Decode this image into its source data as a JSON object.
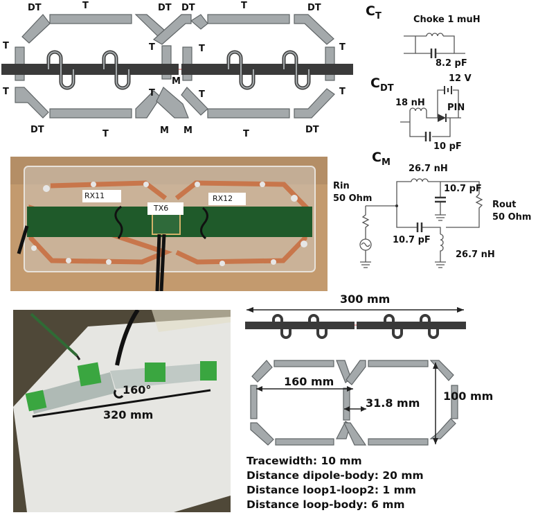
{
  "loop_labels": {
    "dt": "DT",
    "t": "T",
    "m": "M"
  },
  "photo1": {
    "rx_left": "RX11",
    "tx": "TX6",
    "rx_right": "RX12"
  },
  "circuits": {
    "ct": {
      "base": "C",
      "sub": "T",
      "choke": "Choke 1 muH",
      "cap": "8.2 pF"
    },
    "cdt": {
      "base": "C",
      "sub": "DT",
      "volt": "12 V",
      "ind": "18 nH",
      "diode": "PIN",
      "cap": "10 pF"
    },
    "cm": {
      "base": "C",
      "sub": "M",
      "ind_top": "26.7 nH",
      "rin": "Rin",
      "rin_val": "50 Ohm",
      "cap_right": "10.7 pF",
      "rout": "Rout",
      "rout_val": "50 Ohm",
      "cap_bottom": "10.7 pF",
      "ind_bottom": "26.7 nH"
    }
  },
  "photo2": {
    "angle": "160°",
    "length": "320 mm"
  },
  "dims": {
    "dipole_length": "300 mm",
    "loop_width": "160 mm",
    "overlap": "31.8 mm",
    "loop_height": "100 mm"
  },
  "specs": [
    "Tracewidth: 10 mm",
    "Distance dipole-body:  20 mm",
    "Distance loop1-loop2: 1 mm",
    "Distance loop-body: 6 mm"
  ],
  "colors": {
    "segment_fill": "#a4a9ab",
    "dipole": "#3a3a3a",
    "photo1_table": "#c39a6e",
    "pcb": "#1f5a2a",
    "copper": "#c8764b",
    "photo2_bg": "#4f4838",
    "green_clip": "#3aa640"
  }
}
